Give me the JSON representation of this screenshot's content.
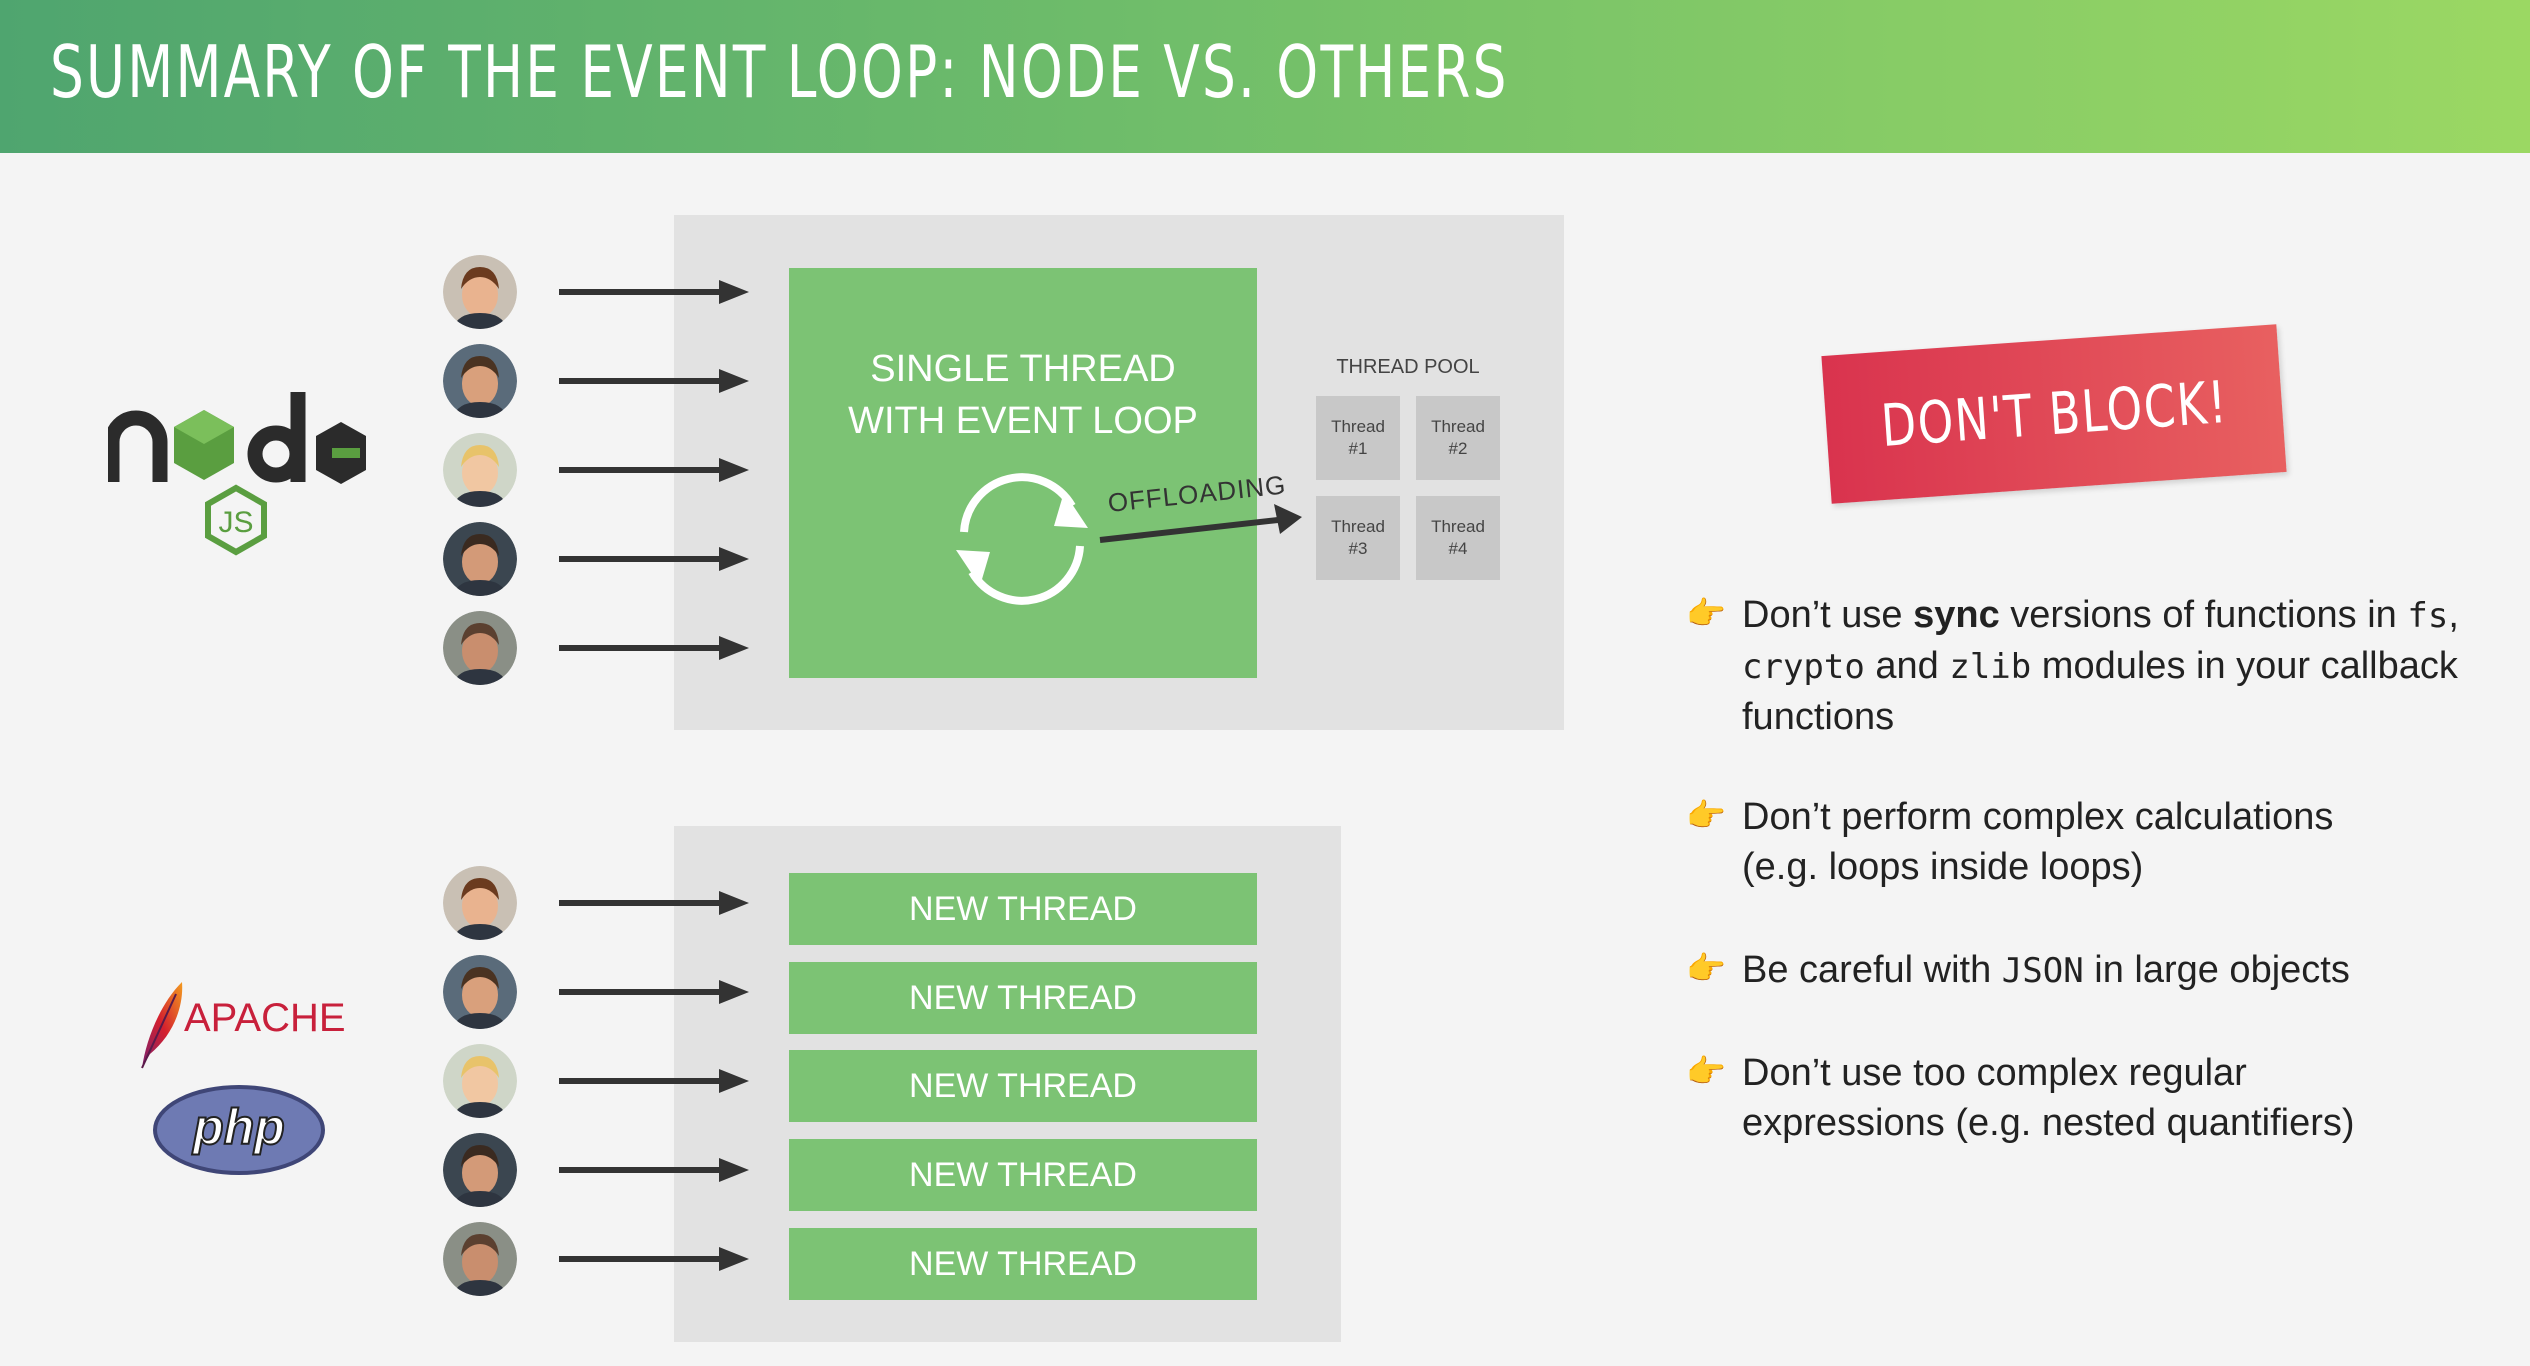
{
  "header": {
    "title": "SUMMARY OF THE EVENT LOOP: NODE VS. OTHERS"
  },
  "node_section": {
    "logo_word": "node",
    "logo_badge": "JS",
    "main_box_title_line1": "SINGLE THREAD",
    "main_box_title_line2": "WITH EVENT LOOP",
    "offloading_label": "OFFLOADING",
    "thread_pool": {
      "title": "THREAD POOL",
      "threads": [
        {
          "line1": "Thread",
          "line2": "#1"
        },
        {
          "line1": "Thread",
          "line2": "#2"
        },
        {
          "line1": "Thread",
          "line2": "#3"
        },
        {
          "line1": "Thread",
          "line2": "#4"
        }
      ]
    }
  },
  "others_section": {
    "apache_label": "APACHE",
    "php_label": "php",
    "threads": [
      "NEW THREAD",
      "NEW THREAD",
      "NEW THREAD",
      "NEW THREAD",
      "NEW THREAD"
    ]
  },
  "callout": {
    "label": "DON'T BLOCK!"
  },
  "tips": [
    {
      "parts": [
        "Don’t use ",
        "sync",
        " versions of functions in ",
        "fs",
        ", ",
        "crypto",
        " and ",
        "zlib",
        " modules in your callback functions"
      ]
    },
    {
      "text": "Don’t perform complex calculations (e.g. loops inside loops)"
    },
    {
      "parts": [
        "Be careful with ",
        "JSON",
        " in large objects"
      ]
    },
    {
      "text": "Don’t use too complex regular expressions (e.g. nested quantifiers)"
    }
  ],
  "colors": {
    "green": "#7cc374",
    "panel": "#e2e2e2",
    "red": "#d9334e",
    "node_green": "#5a9e40",
    "node_dark": "#2b2b2b"
  },
  "icons": {
    "hand": "pointing-hand-icon",
    "cycle": "refresh-cycle-icon",
    "user": "user-avatar-icon"
  }
}
